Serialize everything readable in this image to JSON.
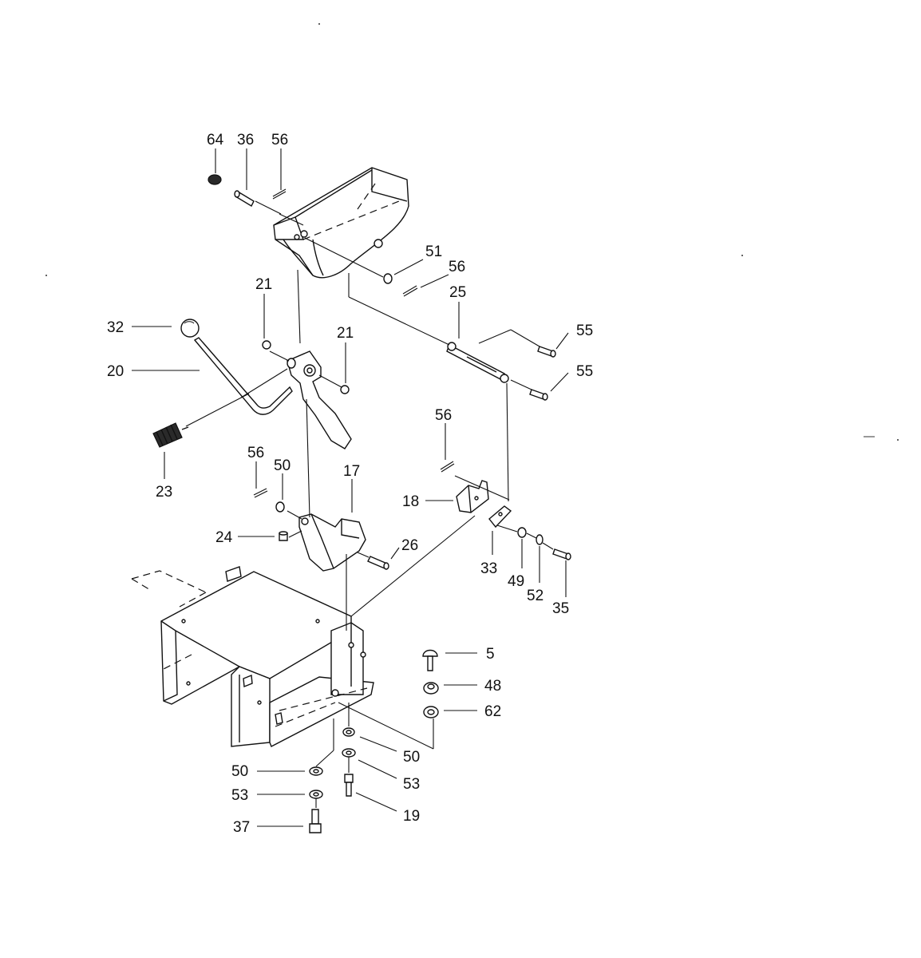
{
  "callouts": [
    {
      "id": "c64a",
      "label": "64"
    },
    {
      "id": "c36",
      "label": "36"
    },
    {
      "id": "c56a",
      "label": "56"
    },
    {
      "id": "c51",
      "label": "51"
    },
    {
      "id": "c56b",
      "label": "56"
    },
    {
      "id": "c25",
      "label": "25"
    },
    {
      "id": "c21a",
      "label": "21"
    },
    {
      "id": "c21b",
      "label": "21"
    },
    {
      "id": "c32",
      "label": "32"
    },
    {
      "id": "c20",
      "label": "20"
    },
    {
      "id": "c55a",
      "label": "55"
    },
    {
      "id": "c55b",
      "label": "55"
    },
    {
      "id": "c23",
      "label": "23"
    },
    {
      "id": "c56c",
      "label": "56"
    },
    {
      "id": "c56d",
      "label": "56"
    },
    {
      "id": "c50a",
      "label": "50"
    },
    {
      "id": "c17",
      "label": "17"
    },
    {
      "id": "c18",
      "label": "18"
    },
    {
      "id": "c24",
      "label": "24"
    },
    {
      "id": "c26",
      "label": "26"
    },
    {
      "id": "c33",
      "label": "33"
    },
    {
      "id": "c49",
      "label": "49"
    },
    {
      "id": "c52",
      "label": "52"
    },
    {
      "id": "c35",
      "label": "35"
    },
    {
      "id": "c5",
      "label": "5"
    },
    {
      "id": "c48",
      "label": "48"
    },
    {
      "id": "c62",
      "label": "62"
    },
    {
      "id": "c50b",
      "label": "50"
    },
    {
      "id": "c50c",
      "label": "50"
    },
    {
      "id": "c53a",
      "label": "53"
    },
    {
      "id": "c53b",
      "label": "53"
    },
    {
      "id": "c19",
      "label": "19"
    },
    {
      "id": "c37",
      "label": "37"
    }
  ]
}
